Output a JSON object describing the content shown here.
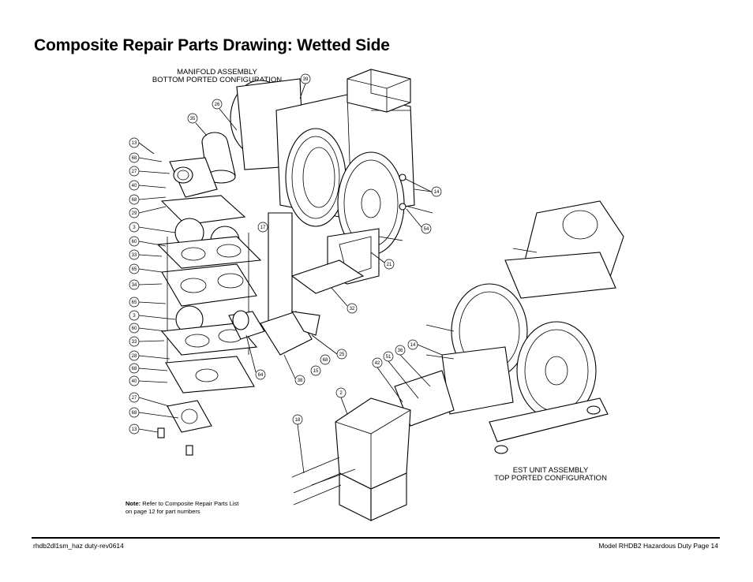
{
  "title": "Composite Repair Parts Drawing: Wetted Side",
  "captions": {
    "manifold_line1": "MANIFOLD ASSEMBLY",
    "manifold_line2": "BOTTOM PORTED CONFIGURATION",
    "est_line1": "EST UNIT ASSEMBLY",
    "est_line2": "TOP PORTED CONFIGURATION"
  },
  "note": {
    "label": "Note:",
    "text1": " Refer to Composite Repair Parts List",
    "text2": "on page 12 for part numbers"
  },
  "callouts": [
    "39",
    "26",
    "35",
    "13",
    "68",
    "27",
    "40",
    "68",
    "29",
    "3",
    "60",
    "33",
    "65",
    "34",
    "65",
    "3",
    "60",
    "33",
    "28",
    "68",
    "40",
    "27",
    "68",
    "13",
    "17",
    "14",
    "54",
    "21",
    "32",
    "25",
    "68",
    "15",
    "64",
    "38",
    "36",
    "14",
    "51",
    "42",
    "2",
    "18"
  ],
  "footer": {
    "left": "rhdb2dl1sm_haz duty-rev0614",
    "right": "Model RHDB2 Hazardous Duty Page 14"
  }
}
